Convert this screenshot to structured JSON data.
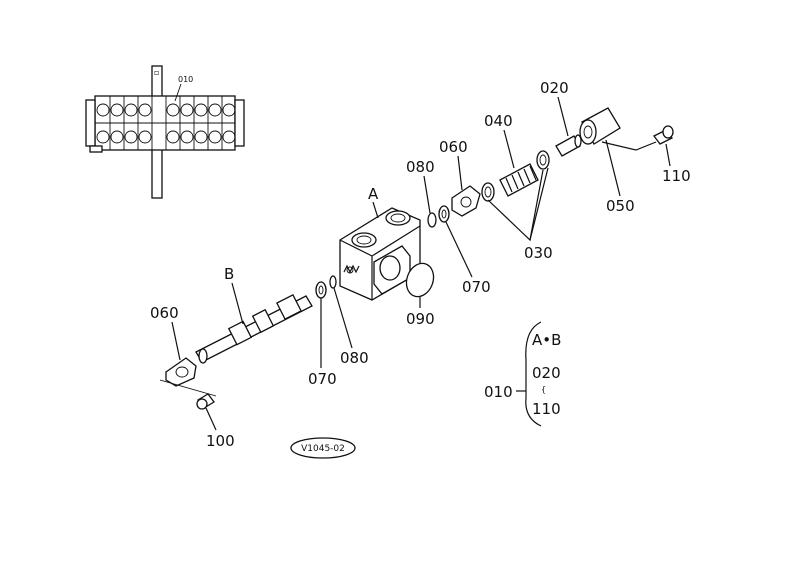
{
  "diagram": {
    "overview_callout": "010",
    "callouts": {
      "p020": "020",
      "p040": "040",
      "p060_top": "060",
      "p080_top": "080",
      "p110": "110",
      "p050": "050",
      "p030": "030",
      "p070_top": "070",
      "p090": "090",
      "p060_left": "060",
      "p070_bottom": "070",
      "p080_bottom": "080",
      "p100": "100"
    },
    "assembly_labels": {
      "body": "A",
      "spool": "B"
    },
    "legend": {
      "assembly_number": "010",
      "line1": "A•B",
      "line2": "020",
      "range_mark": "{",
      "line3": "110"
    },
    "diagram_code": "V1045-02"
  }
}
